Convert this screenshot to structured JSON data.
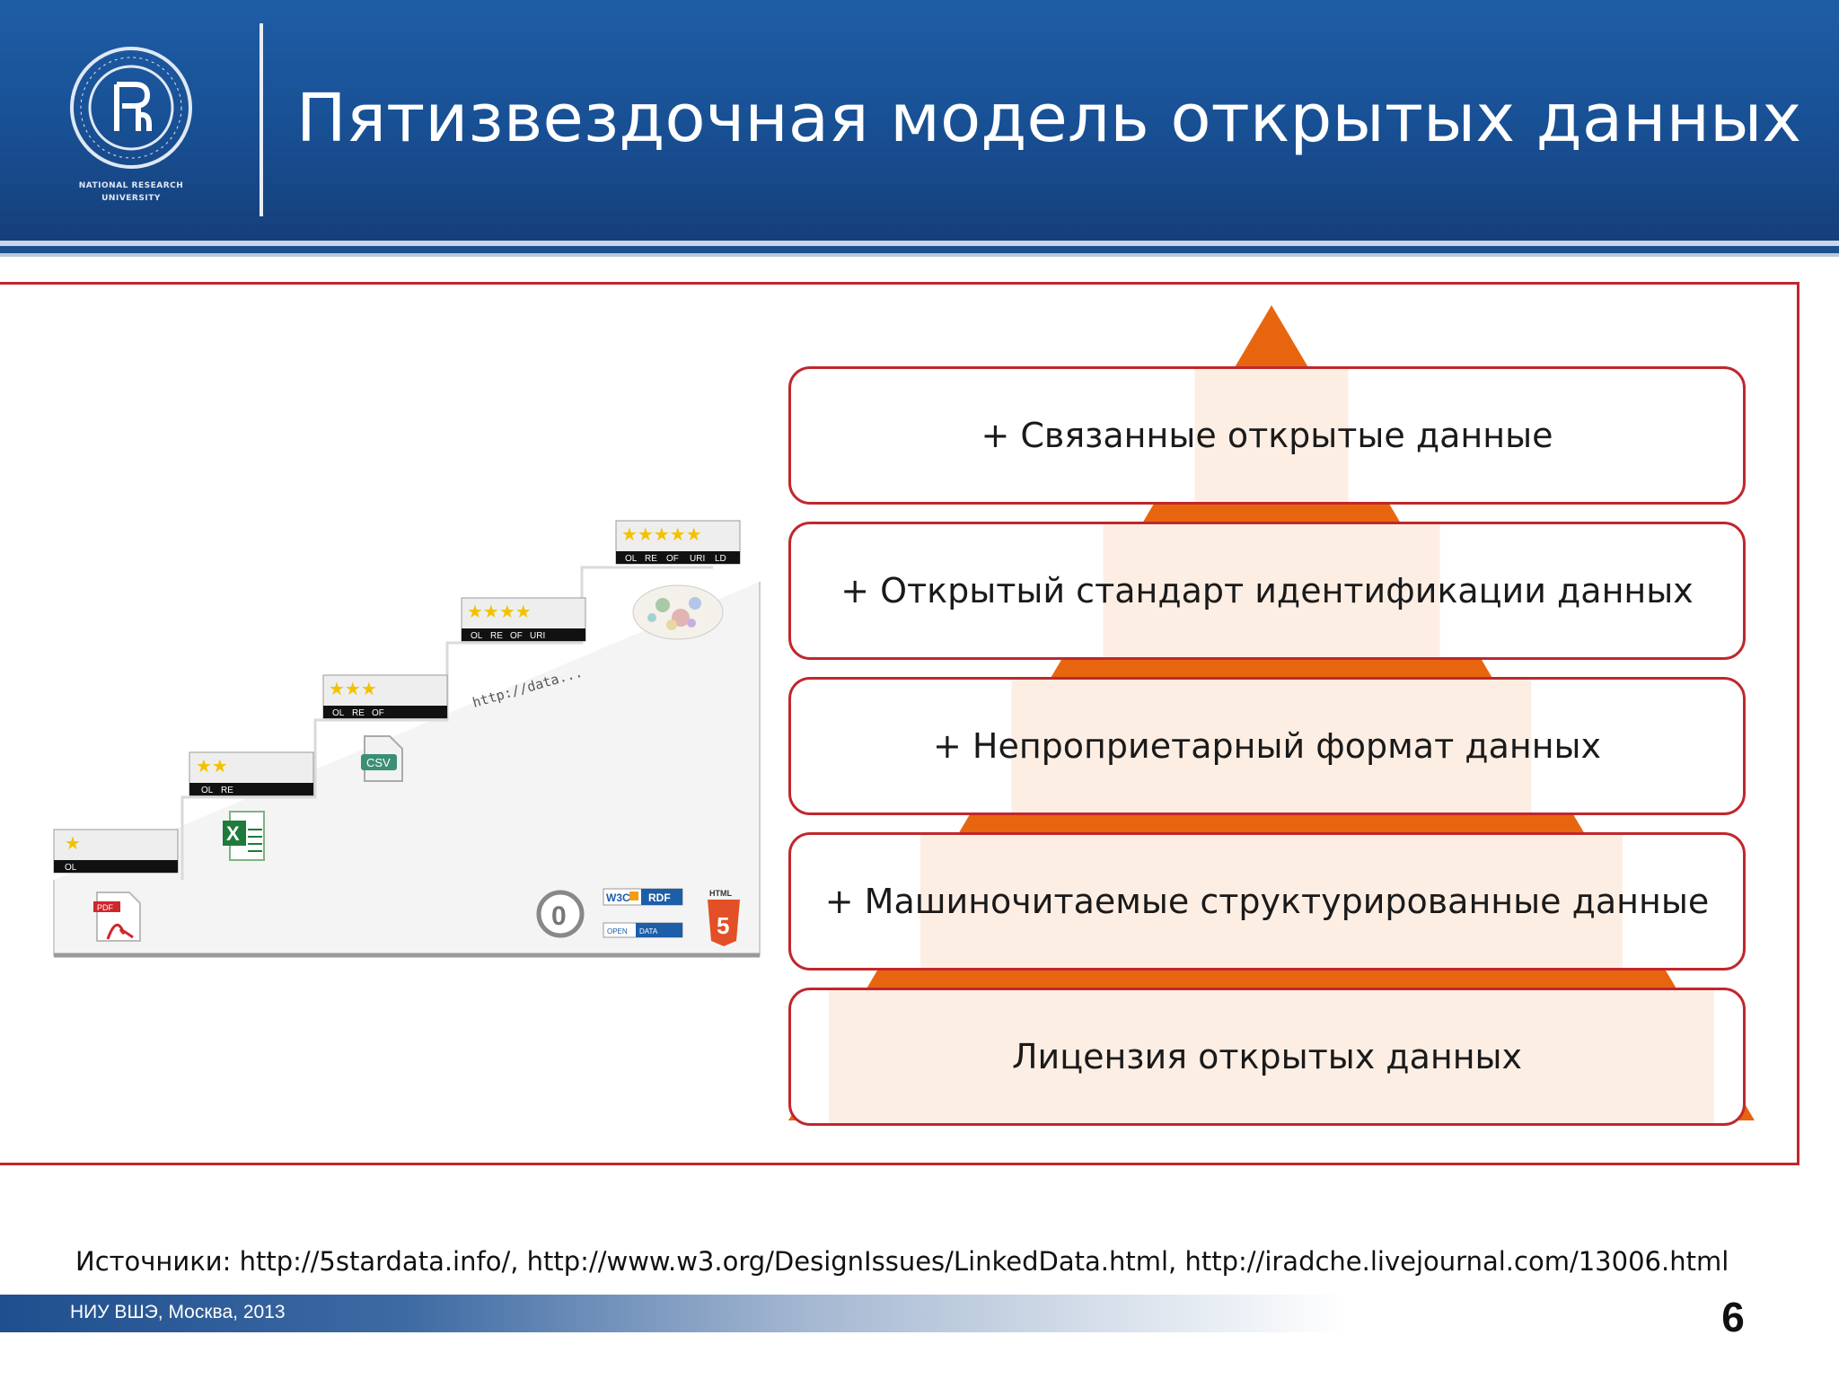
{
  "header": {
    "title": "Пятизвездочная модель  открытых данных",
    "logo_text_line1": "NATIONAL RESEARCH",
    "logo_text_line2": "UNIVERSITY"
  },
  "colors": {
    "header_blue": "#1e5da6",
    "frame_red": "#c0272d",
    "pyramid_orange": "#e8650f",
    "pyramid_light": "#fdeee4"
  },
  "pyramid": {
    "levels": [
      "+ Связанные открытые данные",
      "+ Открытый стандарт идентификации данных",
      "+ Непроприетарный формат данных",
      "+ Машиночитаемые структурированные данные",
      "Лицензия открытых данных"
    ]
  },
  "stairs": {
    "steps": [
      {
        "stars": 1,
        "labels": [
          "OL"
        ]
      },
      {
        "stars": 2,
        "labels": [
          "OL",
          "RE"
        ]
      },
      {
        "stars": 3,
        "labels": [
          "OL",
          "RE",
          "OF"
        ]
      },
      {
        "stars": 4,
        "labels": [
          "OL",
          "RE",
          "OF",
          "URI"
        ]
      },
      {
        "stars": 5,
        "labels": [
          "OL",
          "RE",
          "OF",
          "URI",
          "LD"
        ]
      }
    ],
    "icons": {
      "pdf": "PDF",
      "csv": "CSV",
      "uri": "http://data...",
      "w3c": "W3C",
      "rdf": "RDF",
      "open_data_1": "OPEN",
      "open_data_2": "DATA",
      "html": "HTML",
      "html_num": "5",
      "cc_zero": "0"
    }
  },
  "footer": {
    "sources": "Источники: http://5stardata.info/, http://www.w3.org/DesignIssues/LinkedData.html, http://iradche.livejournal.com/13006.html",
    "org": "НИУ ВШЭ, Москва, 2013",
    "page": "6"
  }
}
